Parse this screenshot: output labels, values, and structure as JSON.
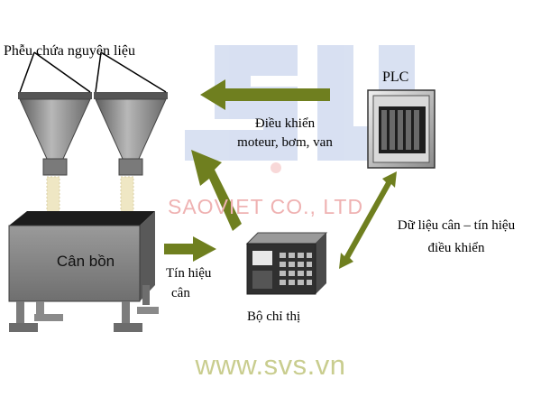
{
  "watermark": {
    "company": "SAOVIET CO., LTD",
    "logo_color": "#b9c8e8",
    "company_color": "#efb2b2"
  },
  "labels": {
    "hopper": "Phễu chứa nguyên liệu",
    "plc": "PLC",
    "control_line1": "Điều khiển",
    "control_line2": "moteur, bơm, van",
    "data_line1": "Dữ liệu cân – tín hiệu",
    "data_line2": "điều khiển",
    "tank": "Cân bồn",
    "signal_line1": "Tín hiệu",
    "signal_line2": "cân",
    "indicator": "Bộ chỉ thị"
  },
  "website": "www.svs.vn",
  "colors": {
    "arrow": "#6f7f1f",
    "website": "#c9cd8f",
    "equipment": "#7a7a7a"
  }
}
